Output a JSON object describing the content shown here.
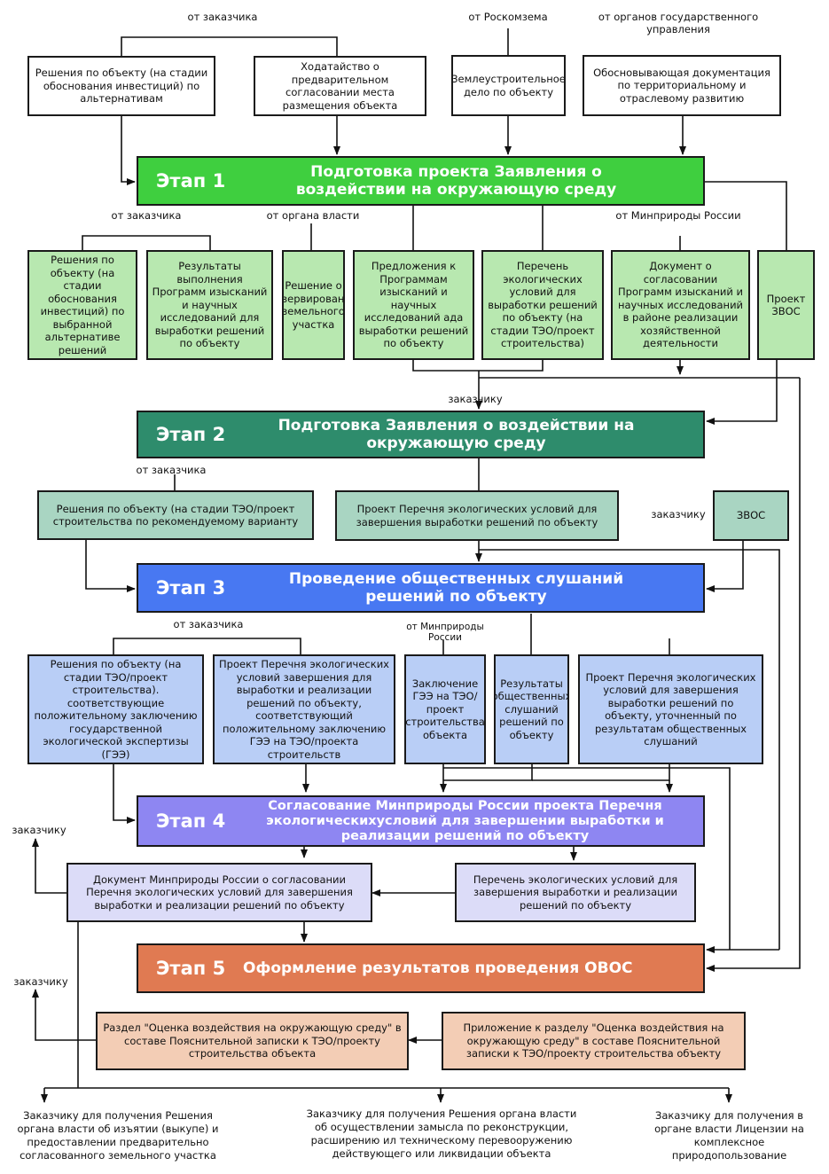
{
  "stages": {
    "s1": {
      "label": "Этап 1",
      "title": "Подготовка проекта Заявления о воздействии на окружающую среду",
      "color": "#3fcf3f"
    },
    "s2": {
      "label": "Этап 2",
      "title": "Подготовка Заявления о воздействии на окружающую среду",
      "color": "#2e8c6c"
    },
    "s3": {
      "label": "Этап 3",
      "title": "Проведение общественных слушаний решений по объекту",
      "color": "#4878f2"
    },
    "s4": {
      "label": "Этап 4",
      "title": "Согласование Минприроды России проекта Перечня экологическихусловий для завершении выработки и реализации решений по объекту",
      "color": "#8e86f2"
    },
    "s5": {
      "label": "Этап 5",
      "title": "Оформление результатов проведения ОВОС",
      "color": "#e07a52"
    }
  },
  "labels": {
    "top_zakazchik": "от заказчика",
    "top_roskomzem": "от Роскомзема",
    "top_organy": "от органов государственного управления",
    "s1_zakazchik": "от заказчика",
    "s1_vlast": "от органа власти",
    "s1_minpriroda": "от Минприроды России",
    "zakazchiku_s2": "заказчику",
    "s2_zakazchik": "от заказчика",
    "zakazchiku_zvos": "заказчику",
    "s3_zakazchik": "от заказчика",
    "s3_minpriroda": "от Минприроды России",
    "zakazchiku_s4": "заказчику",
    "zakazchiku_s5": "заказчику"
  },
  "top_boxes": [
    "Решения по объекту (на стадии обоснования инвестиций) по альтернативам",
    "Ходатайство о предварительном согласовании места размещения объекта",
    "Землеустроительное дело по объекту",
    "Обосновывающая документация по территориальному и отраслевому развитию"
  ],
  "stage1_boxes": [
    "Решения по объекту (на стадии обоснования инвестиций) по выбранной альтернативе решений",
    "Результаты выполнения Программ изысканий и научных исследований для выработки решений по объекту",
    "Решение о резервировании земельного участка",
    "Предложения к Программам изысканий и научных исследований ада выработки решений по объекту",
    "Перечень экологических условий для выработки решений по объекту (на стадии ТЭО/проект строительства)",
    "Документ о согласовании Программ изысканий и научных исследований в районе реализации хозяйственной деятельности",
    "Проект ЗВОС"
  ],
  "stage2_boxes": [
    "Решения по объекту (на стадии ТЭО/проект строительства по рекомендуемому варианту",
    "Проект Перечня экологических условий для завершения выработки решений по объекту",
    "ЗВОС"
  ],
  "stage3_boxes": [
    "Решения по объекту (на стадии ТЭО/проект строительства). соответствующие положительному заключению государственной экологической экспертизы (ГЭЭ)",
    "Проект Перечня экологических условий завершения для выработки и реализации решений по объекту, соответствующий положительному заключению ГЭЭ на ТЭО/проекта строительств",
    "Заключение ГЭЭ на ТЭО/проект строительства объекта",
    "Результаты общественных слушаний решений по объекту",
    "Проект Перечня экологических условий для завершения выработки решений по объекту, уточненный по результатам общественных слушаний"
  ],
  "stage4_boxes": [
    "Документ Минприроды России о согласовании Перечня экологических условий для завершения выработки и реализации решений по объекту",
    "Перечень экологических условий для завершения выработки и реализации решений по объекту"
  ],
  "stage5_boxes": [
    "Раздел \"Оценка воздействия на окружающую среду\" в составе Пояснительной записки к ТЭО/проекту строительства объекта",
    "Приложение к разделу \"Оценка воздействия на окружающую среду\" в составе Пояснительной записки к ТЭО/проекту строительства объекту"
  ],
  "bottom_texts": [
    "Заказчику для получения Решения органа власти об изъятии (выкупе) и предоставлении предварительно согласованного земельного участка",
    "Заказчику для получения Решения органа власти об осуществлении замысла по реконструкции, расширению ил техническому перевооружению действующего или ликвидации объекта",
    "Заказчику для получения в органе власти Лицензии на комплексное природопользование"
  ]
}
